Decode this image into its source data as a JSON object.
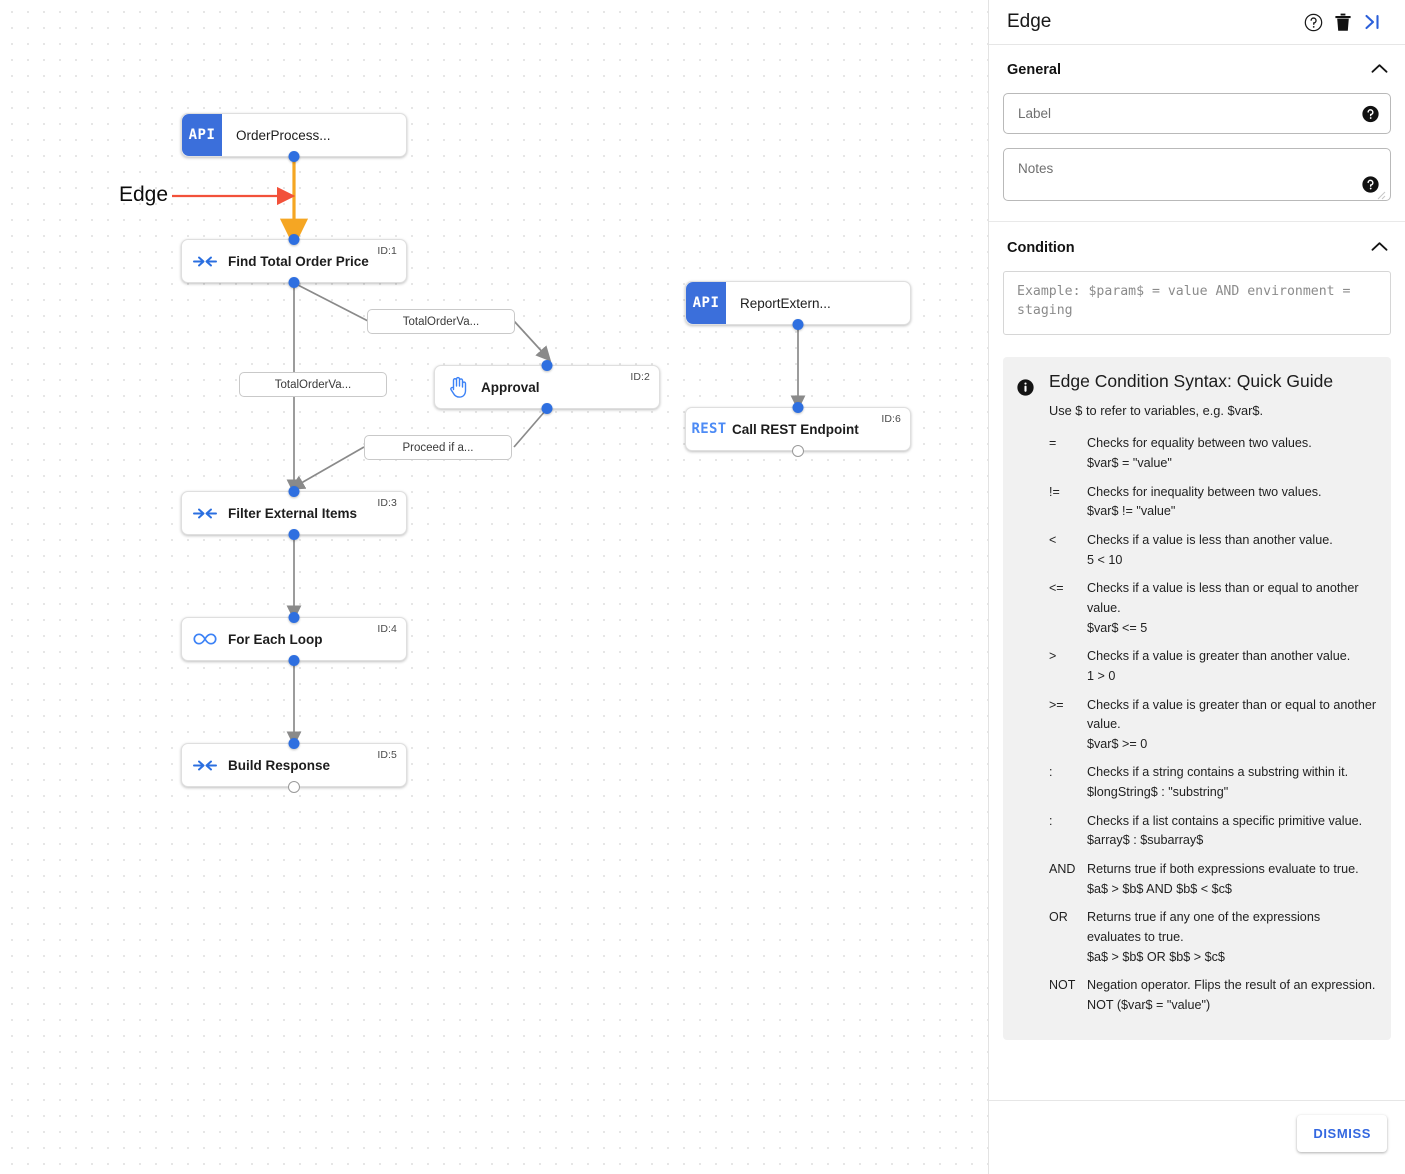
{
  "canvas": {
    "annotation": {
      "label": "Edge",
      "arrow_color": "#f2513a"
    },
    "highlight_edge_color": "#f5a623",
    "nodes": [
      {
        "id": "n0",
        "badge": "API",
        "title": "OrderProcess...",
        "kind": "api",
        "id_label": ""
      },
      {
        "id": "n1",
        "icon": "converge-arrows-icon",
        "title": "Find Total Order Price",
        "kind": "task",
        "id_label": "ID:1"
      },
      {
        "id": "n2",
        "icon": "hand-icon",
        "title": "Approval",
        "kind": "approval",
        "id_label": "ID:2"
      },
      {
        "id": "n3",
        "icon": "converge-arrows-icon",
        "title": "Filter External Items",
        "kind": "task",
        "id_label": "ID:3"
      },
      {
        "id": "n4",
        "icon": "infinity-icon",
        "title": "For Each Loop",
        "kind": "loop",
        "id_label": "ID:4"
      },
      {
        "id": "n5",
        "icon": "converge-arrows-icon",
        "title": "Build Response",
        "kind": "task",
        "id_label": "ID:5"
      },
      {
        "id": "n6",
        "badge": "API",
        "title": "ReportExtern...",
        "kind": "api",
        "id_label": ""
      },
      {
        "id": "n7",
        "badge": "REST",
        "title": "Call REST Endpoint",
        "kind": "rest",
        "id_label": "ID:6"
      }
    ],
    "edge_labels": [
      {
        "id": "e1",
        "text": "TotalOrderVa..."
      },
      {
        "id": "e2",
        "text": "TotalOrderVa..."
      },
      {
        "id": "e3",
        "text": "Proceed if a..."
      }
    ]
  },
  "panel": {
    "title": "Edge",
    "header_icons": [
      {
        "name": "help-icon",
        "label": "Help"
      },
      {
        "name": "trash-icon",
        "label": "Delete"
      },
      {
        "name": "collapse-panel-icon",
        "label": "Collapse"
      }
    ],
    "general": {
      "title": "General",
      "collapse_icon": "chevron-up-icon",
      "label_field": {
        "placeholder": "Label",
        "value": ""
      },
      "notes_field": {
        "placeholder": "Notes",
        "value": ""
      }
    },
    "condition": {
      "title": "Condition",
      "collapse_icon": "chevron-up-icon",
      "placeholder": "Example: $param$ = value AND environment = staging",
      "value": ""
    },
    "guide": {
      "title": "Edge Condition Syntax: Quick Guide",
      "subtitle": "Use $ to refer to variables, e.g. $var$.",
      "operators": [
        {
          "symbol": "=",
          "description": "Checks for equality between two values.",
          "example": "$var$ = \"value\""
        },
        {
          "symbol": "!=",
          "description": "Checks for inequality between two values.",
          "example": "$var$ != \"value\""
        },
        {
          "symbol": "<",
          "description": "Checks if a value is less than another value.",
          "example": "5 < 10"
        },
        {
          "symbol": "<=",
          "description": "Checks if a value is less than or equal to another value.",
          "example": "$var$ <= 5"
        },
        {
          "symbol": ">",
          "description": "Checks if a value is greater than another value.",
          "example": "1 > 0"
        },
        {
          "symbol": ">=",
          "description": "Checks if a value is greater than or equal to another value.",
          "example": "$var$ >= 0"
        },
        {
          "symbol": ":",
          "description": "Checks if a string contains a substring within it.",
          "example": "$longString$ : \"substring\""
        },
        {
          "symbol": ":",
          "description": "Checks if a list contains a specific primitive value.",
          "example": "$array$ : $subarray$"
        },
        {
          "symbol": "AND",
          "description": "Returns true if both expressions evaluate to true.",
          "example": "$a$ > $b$ AND $b$ < $c$"
        },
        {
          "symbol": "OR",
          "description": "Returns true if any one of the expressions evaluates to true.",
          "example": "$a$ > $b$ OR $b$ > $c$"
        },
        {
          "symbol": "NOT",
          "description": "Negation operator. Flips the result of an expression.",
          "example": "NOT ($var$ = \"value\")"
        }
      ]
    },
    "footer": {
      "dismiss_label": "DISMISS",
      "dismiss_color": "#3367e0"
    }
  }
}
